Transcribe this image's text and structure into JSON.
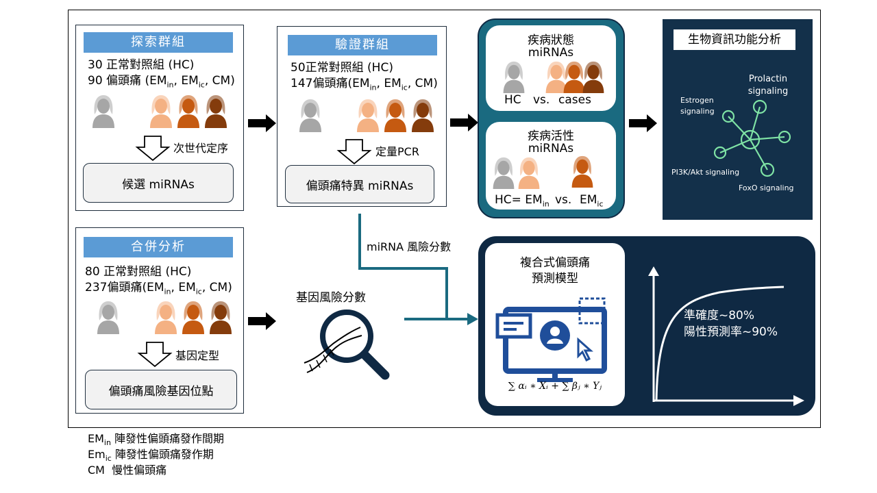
{
  "discovery": {
    "header": "探索群組",
    "line1": "30 正常對照組 (HC)",
    "line2_pre": "90 偏頭痛 (EM",
    "sub_in": "in",
    "mid": ", EM",
    "sub_ic": "ic",
    "line2_post": ", CM)",
    "method": "次世代定序",
    "result": "候選 miRNAs"
  },
  "validation": {
    "header": "驗證群組",
    "line1": "50正常對照組 (HC)",
    "line2_pre": "147偏頭痛(EM",
    "sub_in": "in",
    "mid": ", EM",
    "sub_ic": "ic",
    "line2_post": ", CM)",
    "method": "定量PCR",
    "result": "偏頭痛特異 miRNAs"
  },
  "combined": {
    "header": "合併分析",
    "line1": "80 正常對照組 (HC)",
    "line2_pre": "237偏頭痛(EM",
    "sub_in": "in",
    "mid": ", EM",
    "sub_ic": "ic",
    "line2_post": ", CM)",
    "method": "基因定型",
    "result": "偏頭痛風險基因位點"
  },
  "disease_status": {
    "title1": "疾病狀態",
    "title2": "miRNAs",
    "hc": "HC",
    "vs": "vs.",
    "cases": "cases"
  },
  "disease_activity": {
    "title1": "疾病活性",
    "title2": "miRNAs",
    "left_pre": "HC= EM",
    "left_sub": "in",
    "vs": "vs.",
    "right_pre": "EM",
    "right_sub": "ic"
  },
  "bioinfo": {
    "title": "生物資訊功能分析",
    "prolactin1": "Prolactin",
    "prolactin2": "signaling",
    "estrogen1": "Estrogen",
    "estrogen2": "signaling",
    "pi3k": "PI3K/Akt signaling",
    "foxo": "FoxO signaling"
  },
  "mirna_score": "miRNA 風險分數",
  "gene_score": "基因風險分數",
  "model": {
    "title1": "複合式偏頭痛",
    "title2": "預測模型",
    "formula": "∑ αᵢ ∗ Xᵢ + ∑ βⱼ ∗ Yⱼ",
    "accuracy": "準確度~80%",
    "ppv": "陽性預測率~90%"
  },
  "legend": [
    {
      "pre": "EM",
      "sub": "in",
      "text": " 陣發性偏頭痛發作間期"
    },
    {
      "pre": "Em",
      "sub": "ic",
      "text": " 陣發性偏頭痛發作期"
    },
    {
      "pre": "CM",
      "sub": "",
      "text": "  慢性偏頭痛"
    }
  ],
  "colors": {
    "header_blue": "#5b9bd5",
    "grey_person": "#a6a6a6",
    "light_orange": "#f4b183",
    "orange": "#c55a11",
    "brown": "#843c0c",
    "teal": "#1a6a80",
    "navy": "#0f2943",
    "green": "#7fe3a5"
  }
}
